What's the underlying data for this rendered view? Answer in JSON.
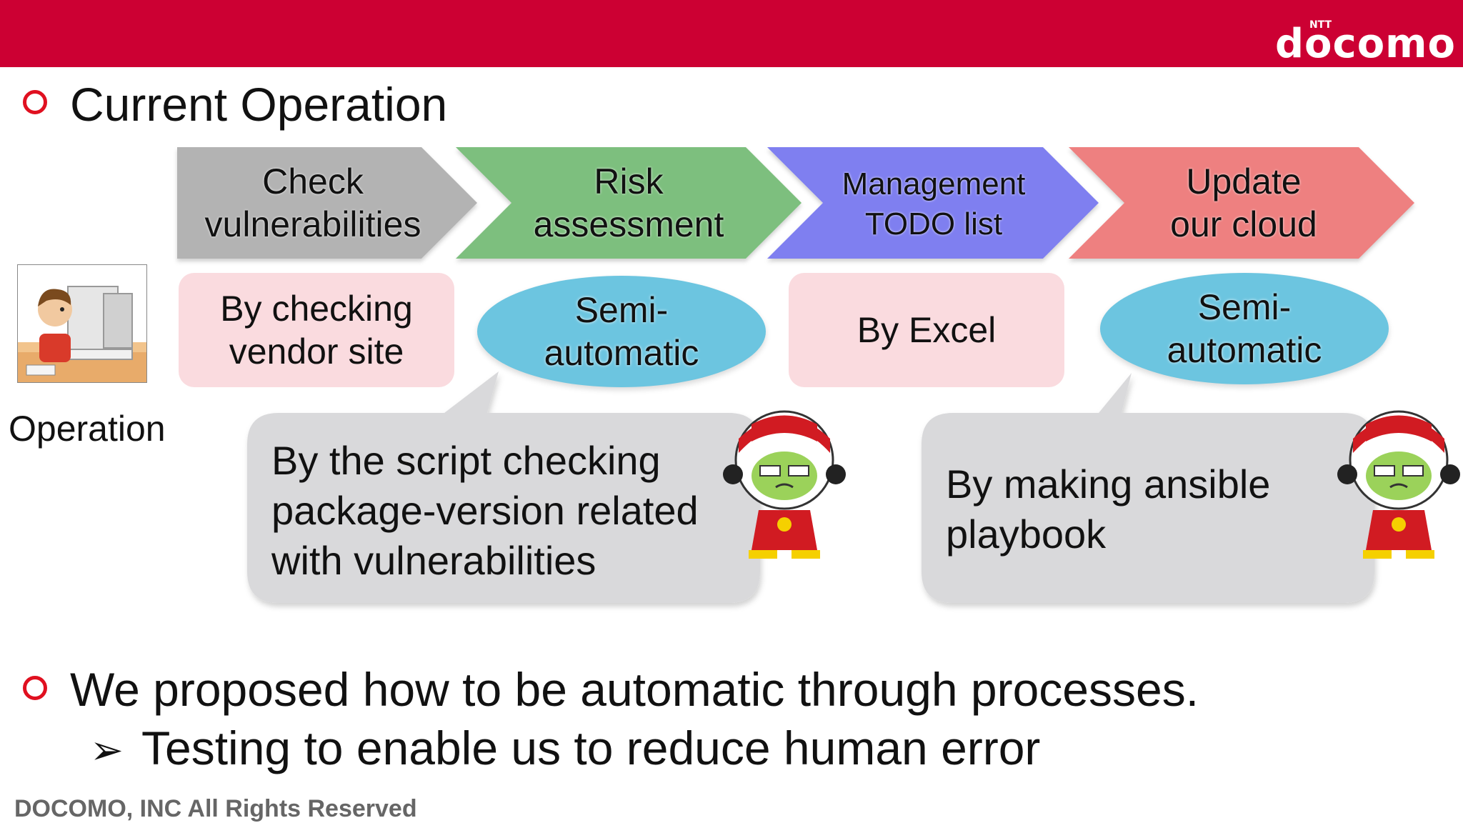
{
  "brand": {
    "logo_text": "docomo",
    "logo_superscript": "NTT"
  },
  "section1": {
    "title": "Current Operation"
  },
  "stages": [
    {
      "line1": "Check",
      "line2": "vulnerabilities",
      "color": "#b3b3b3"
    },
    {
      "line1": "Risk",
      "line2": "assessment",
      "color": "#7dbf7e"
    },
    {
      "line1": "Management",
      "line2": "TODO list",
      "color": "#7f7ff0"
    },
    {
      "line1": "Update",
      "line2": "our cloud",
      "color": "#ee8080"
    }
  ],
  "methods": [
    {
      "line1": "By checking",
      "line2": "vendor site",
      "shape": "rounded-rect",
      "color": "#fadbdf"
    },
    {
      "line1": "Semi-",
      "line2": "automatic",
      "shape": "ellipse",
      "color": "#6cc5e0"
    },
    {
      "line1": "By Excel",
      "shape": "rounded-rect",
      "color": "#fadbdf"
    },
    {
      "line1": "Semi-",
      "line2": "automatic",
      "shape": "ellipse",
      "color": "#6cc5e0"
    }
  ],
  "operator": {
    "label": "Operation"
  },
  "bubbles": [
    {
      "lines": [
        "By the script checking",
        "package-version related",
        "with vulnerabilities"
      ]
    },
    {
      "lines": [
        "By making ansible",
        "playbook"
      ]
    }
  ],
  "section2": {
    "title": "We proposed how to be automatic through processes.",
    "sub_item": "Testing to enable us to reduce human error"
  },
  "footer": {
    "text": "DOCOMO, INC All Rights Reserved"
  },
  "colors": {
    "brand_red": "#cc0033",
    "bullet_red": "#e01020",
    "bubble_gray": "#d9d9db"
  }
}
